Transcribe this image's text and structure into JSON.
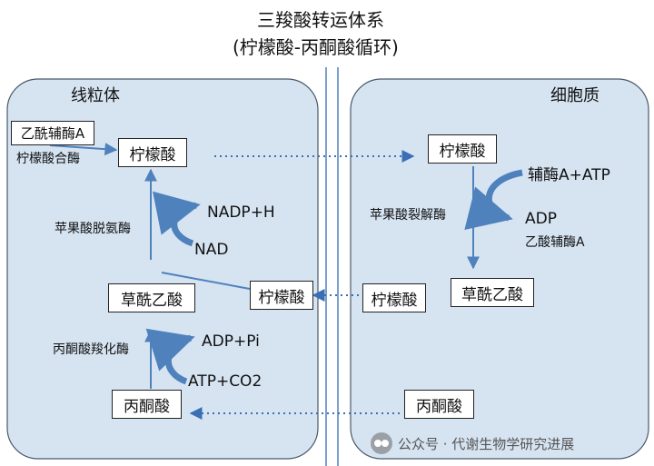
{
  "title": {
    "line1": "三羧酸转运体系",
    "line2": "(柠檬酸-丙酮酸循环)"
  },
  "regions": {
    "mitochondria": "线粒体",
    "cytoplasm": "细胞质"
  },
  "mito": {
    "acetyl_coa_box": "乙酰辅酶A",
    "citrate_synthase": "柠檬酸合酶",
    "citrate_box": "柠檬酸",
    "malate_dehydrogenase": "苹果酸脱氨酶",
    "nadp_h": "NADP+H",
    "nad": "NAD",
    "oxaloacetate_box": "草酰乙酸",
    "citrate_box_2": "柠檬酸",
    "pyruvate_carboxylase": "丙酮酸羧化酶",
    "adp_pi": "ADP+Pi",
    "atp_co2": "ATP+CO2",
    "pyruvate_box": "丙酮酸"
  },
  "cyto": {
    "citrate_box": "柠檬酸",
    "coa_atp": "辅酶A+ATP",
    "atp_citrate_lyase": "苹果酸裂解酶",
    "adp": "ADP",
    "acetyl_coa": "乙酸辅酶A",
    "oxaloacetate_box": "草酰乙酸",
    "citrate_box_2": "柠檬酸",
    "pyruvate_box": "丙酮酸"
  },
  "watermark": "公众号 · 代谢生物学研究进展",
  "colors": {
    "region_fill": "#d6e4f2",
    "arrow": "#4f81bd",
    "dotted": "#3a6fb5"
  }
}
